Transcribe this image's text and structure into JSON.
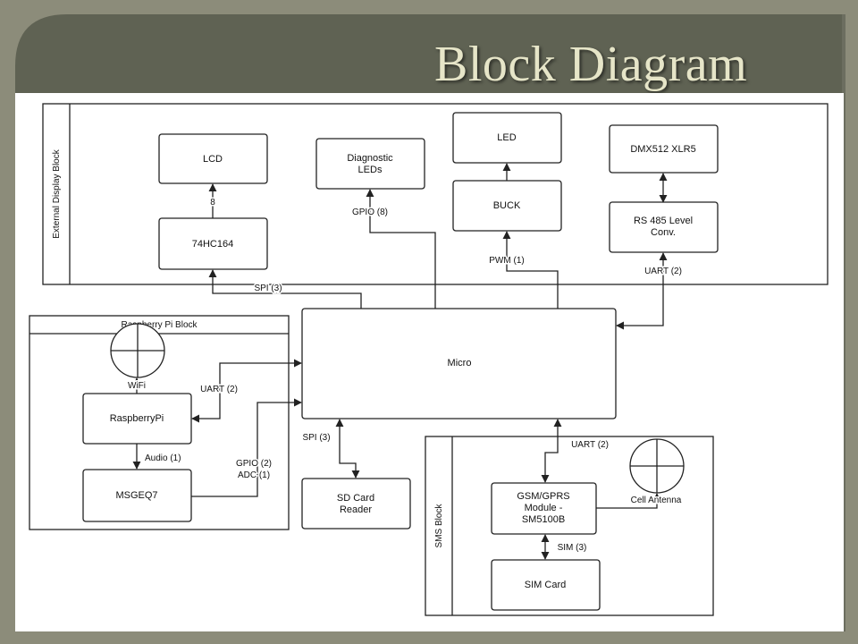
{
  "title": "Block Diagram",
  "colors": {
    "frame": "#8c8c7a",
    "title_bar": "#5f6253",
    "title_text": "#e6e5c8",
    "panel": "#ffffff",
    "line": "#222222"
  },
  "groups": {
    "external_display": "External Display Block",
    "raspberry_pi": "Raspberry Pi Block",
    "sms": "SMS Block"
  },
  "blocks": {
    "lcd": "LCD",
    "diag_leds": [
      "Diagnostic",
      "LEDs"
    ],
    "led": "LED",
    "dmx": "DMX512 XLR5",
    "hc164": "74HC164",
    "buck": "BUCK",
    "rs485": [
      "RS 485 Level",
      "Conv."
    ],
    "micro": "Micro",
    "rpi": "RaspberryPi",
    "msgeq7": "MSGEQ7",
    "sd_card": [
      "SD Card",
      "Reader"
    ],
    "gsm": [
      "GSM/GPRS",
      "Module -",
      "SM5100B"
    ],
    "sim_card": "SIM Card"
  },
  "labels": {
    "bus_8": "8",
    "gpio_8": "GPIO (8)",
    "pwm_1": "PWM (1)",
    "uart_2_top": "UART (2)",
    "spi_3_top": "SPI (3)",
    "wifi": "WiFi",
    "uart_2_rpi": "UART (2)",
    "audio_1": "Audio (1)",
    "gpio_2": "GPIO (2)",
    "adc_1": "ADC (1)",
    "spi_3_sd": "SPI (3)",
    "uart_2_gsm": "UART (2)",
    "cell_antenna": "Cell Antenna",
    "sim_3": "SIM (3)"
  },
  "icons": [
    "wifi-antenna-icon",
    "cell-antenna-icon"
  ]
}
